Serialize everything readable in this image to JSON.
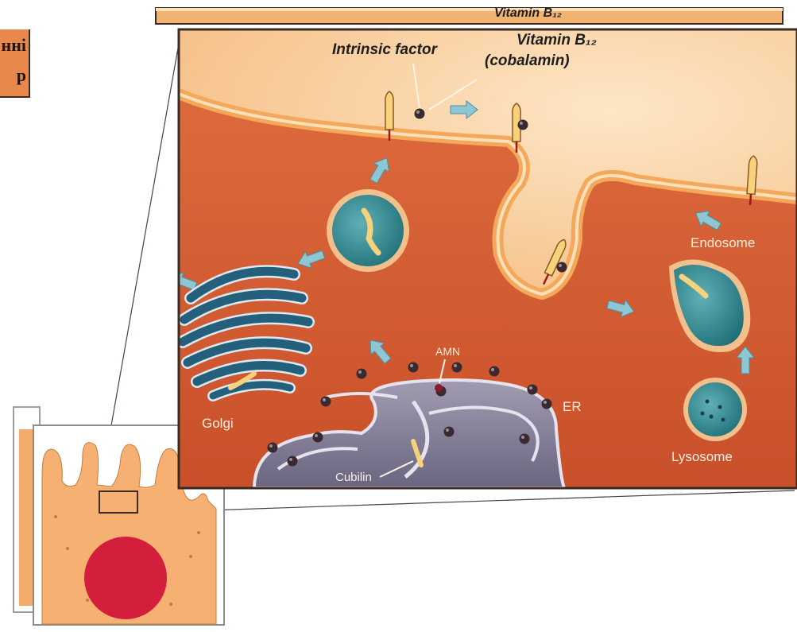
{
  "partial_header": {
    "line1": "нні",
    "line2": "р"
  },
  "labels": {
    "back_panel_title": "Vitamin B₁₂",
    "intrinsic_factor": "Intrinsic factor",
    "vitamin_b12_line1": "Vitamin B₁₂",
    "vitamin_b12_line2": "(cobalamin)",
    "endosome": "Endosome",
    "amn": "AMN",
    "er": "ER",
    "golgi": "Golgi",
    "cubilin": "Cubilin",
    "lysosome": "Lysosome"
  },
  "colors": {
    "cytoplasm": "#d9643a",
    "membrane": "#f4a85b",
    "lumen": "#f9cf9b",
    "vesicle": "#2f8a94",
    "golgi": "#245f7c",
    "er": "#807b90",
    "nucleus": "#d31f3c",
    "cell": "#f6b172"
  }
}
